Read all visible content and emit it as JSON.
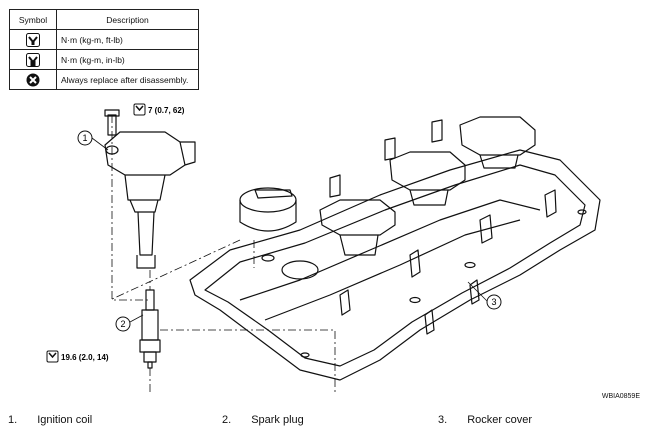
{
  "legend": {
    "header_symbol": "Symbol",
    "header_description": "Description",
    "rows": [
      {
        "icon": "torque-wrench-icon",
        "description": "N·m (kg-m, ft-lb)"
      },
      {
        "icon": "torque-wrench-inlb-icon",
        "description": "N·m (kg-m, in-lb)"
      },
      {
        "icon": "replace-x-icon",
        "description": "Always replace after disassembly."
      }
    ]
  },
  "callouts": {
    "c1": "1",
    "c2": "2",
    "c3": "3",
    "torque_top": "7 (0.7, 62)",
    "torque_bottom": "19.6 (2.0, 14)"
  },
  "captions": [
    {
      "num": "1.",
      "label": "Ignition coil"
    },
    {
      "num": "2.",
      "label": "Spark plug"
    },
    {
      "num": "3.",
      "label": "Rocker cover"
    }
  ],
  "figure_id": "WBIA0859E"
}
